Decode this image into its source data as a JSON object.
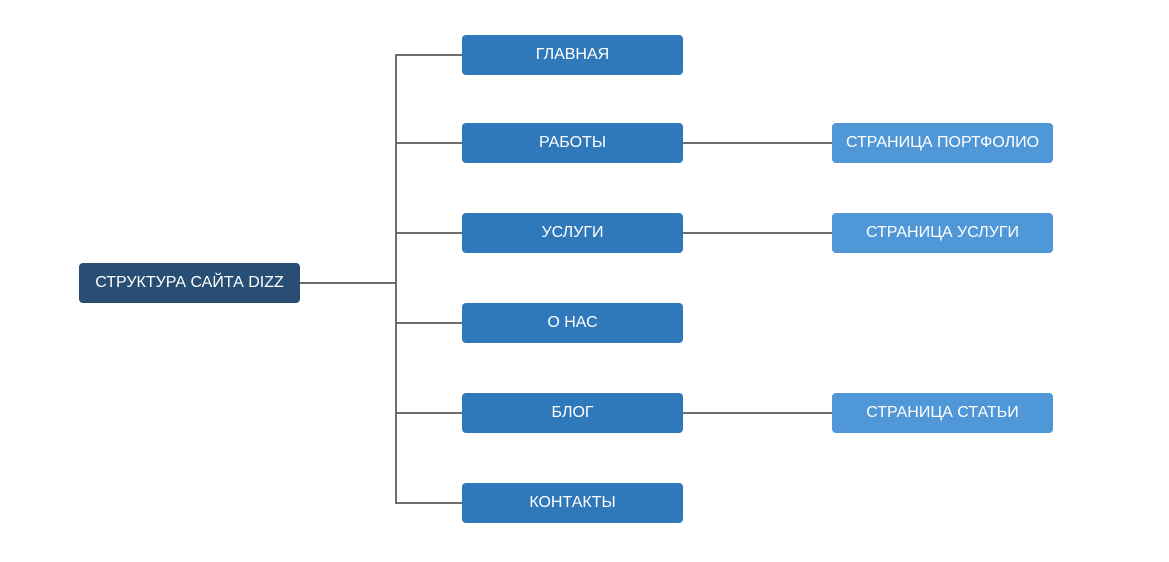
{
  "diagram": {
    "root": {
      "label": "СТРУКТУРА САЙТА DIZZ"
    },
    "pages": [
      {
        "label": "ГЛАВНАЯ"
      },
      {
        "label": "РАБОТЫ",
        "child": {
          "label": "СТРАНИЦА ПОРТФОЛИО"
        }
      },
      {
        "label": "УСЛУГИ",
        "child": {
          "label": "СТРАНИЦА УСЛУГИ"
        }
      },
      {
        "label": "О НАС"
      },
      {
        "label": "БЛОГ",
        "child": {
          "label": "СТРАНИЦА СТАТЬИ"
        }
      },
      {
        "label": "КОНТАКТЫ"
      }
    ]
  },
  "colors": {
    "root_fill": "#284f73",
    "page_fill": "#2f78ba",
    "subpage_fill": "#4f97d6",
    "connector": "#6d6d6d",
    "text": "#ffffff",
    "background": "#ffffff"
  }
}
